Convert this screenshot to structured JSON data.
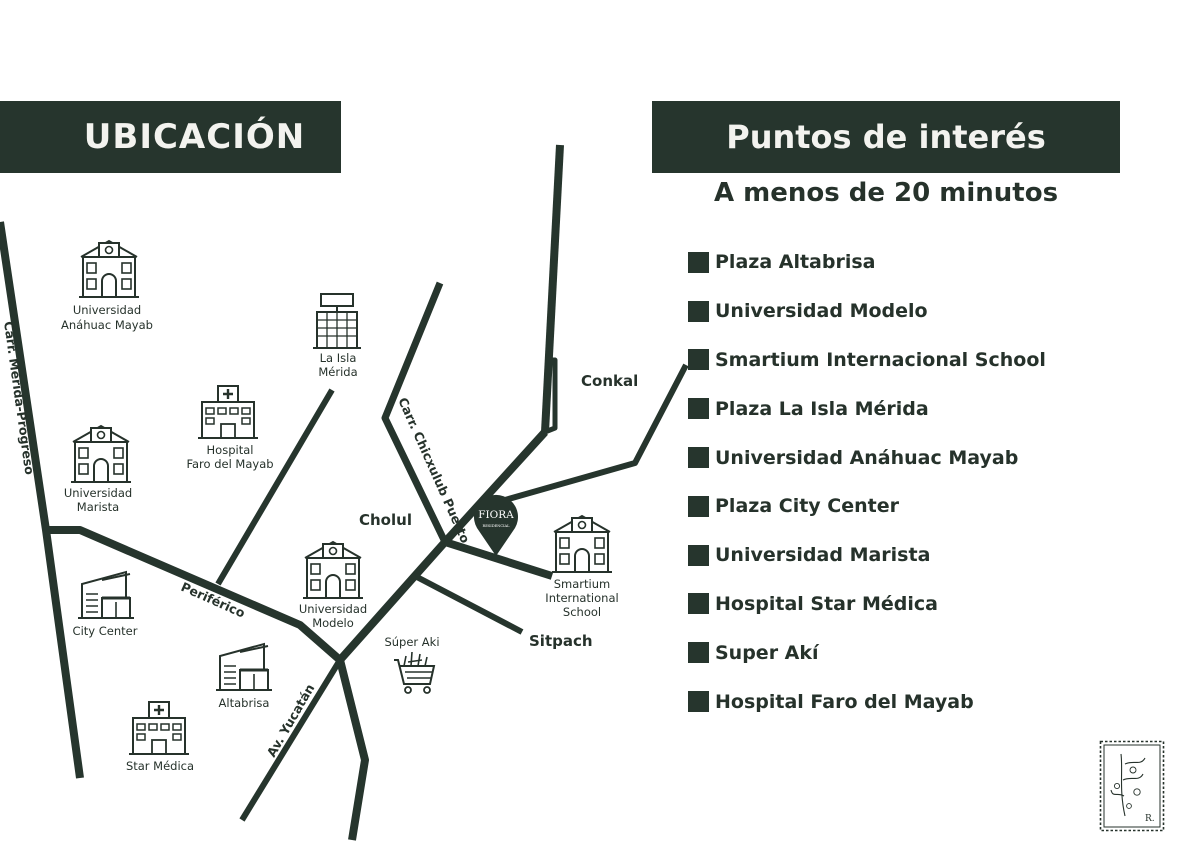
{
  "header": {
    "ubicacion": "UBICACIÓN",
    "puntos": "Puntos de interés",
    "subtitle": "A menos de 20 minutos"
  },
  "poi_list": [
    "Plaza Altabrisa",
    "Universidad Modelo",
    "Smartium Internacional School",
    "Plaza La Isla Mérida",
    "Universidad Anáhuac Mayab",
    "Plaza City Center",
    "Universidad Marista",
    "Hospital Star Médica",
    "Super Akí",
    "Hospital Faro del Mayab"
  ],
  "map": {
    "places": {
      "anahuac": [
        "Universidad",
        "Anáhuac Mayab"
      ],
      "isla": [
        "La Isla",
        "Mérida"
      ],
      "faro": [
        "Hospital",
        "Faro del Mayab"
      ],
      "marista": [
        "Universidad",
        "Marista"
      ],
      "citycenter": [
        "City Center"
      ],
      "modelo": [
        "Universidad",
        "Modelo"
      ],
      "altabrisa": [
        "Altabrisa"
      ],
      "starmedica": [
        "Star Médica"
      ],
      "superaki": [
        "Súper Aki"
      ],
      "smartium": [
        "Smartium",
        "International",
        "School"
      ]
    },
    "towns": {
      "conkal": "Conkal",
      "cholul": "Cholul",
      "sitpach": "Sitpach"
    },
    "roads": {
      "merida_progreso": "Carr. Mérida-Progreso",
      "chicxulub": "Carr. Chicxulub Puerto",
      "periferico": "Periférico",
      "yucatan": "Av. Yucatán"
    },
    "marker": {
      "brand": "FIORA",
      "brand_sub": "RESIDENCIAL"
    }
  },
  "stamp": {
    "initial": "R."
  },
  "colors": {
    "primary": "#26352d",
    "text": "#26322b",
    "banner_text": "#f3f3ef"
  },
  "icons": {
    "university": "university-building-icon",
    "hospital": "hospital-building-icon",
    "mall": "shopping-mall-icon",
    "tower": "commercial-tower-icon",
    "cart": "shopping-cart-icon",
    "marker": "location-pin-icon"
  }
}
